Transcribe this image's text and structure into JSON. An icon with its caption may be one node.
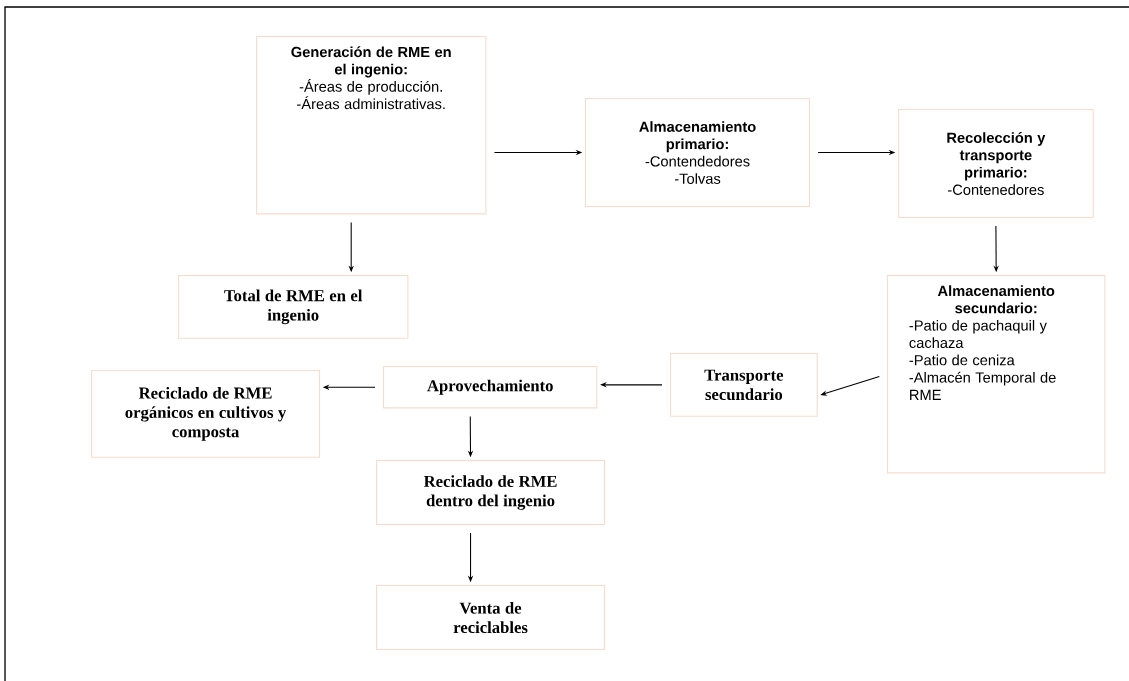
{
  "diagram": {
    "nodes": [
      {
        "text": [
          "Generación de RME en el ingenio:",
          "-Áreas de producción.",
          "-Áreas administrativas."
        ]
      },
      {
        "text": [
          "Almacenamiento primario:",
          "-Contendedores",
          "-Tolvas"
        ]
      },
      {
        "text": [
          "Recolección y transporte primario:",
          "-Contenedores"
        ]
      },
      {
        "text": [
          "Total de RME en el ingenio"
        ]
      },
      {
        "text": [
          "Almacenamiento secundario:",
          "-Patio de pachaquil y cachaza",
          "-Patio de ceniza",
          "-Almacén Temporal de RME"
        ]
      },
      {
        "text": [
          "Transporte secundario"
        ]
      },
      {
        "text": [
          "Aprovechamiento"
        ]
      },
      {
        "text": [
          "Reciclado de RME orgánicos en cultivos y composta"
        ]
      },
      {
        "text": [
          "Reciclado de RME dentro del ingenio"
        ]
      },
      {
        "text": [
          "Venta de reciclables"
        ]
      }
    ],
    "edges": [
      {
        "from": 0,
        "to": 1,
        "arrow": "to"
      },
      {
        "from": 1,
        "to": 2,
        "arrow": "to"
      },
      {
        "from": 0,
        "to": 3,
        "arrow": "to"
      },
      {
        "from": 2,
        "to": 4,
        "arrow": "to"
      },
      {
        "from": 4,
        "to": 5,
        "arrow": "to"
      },
      {
        "from": 5,
        "to": 6,
        "arrow": "to"
      },
      {
        "from": 6,
        "to": 7,
        "arrow": "to"
      },
      {
        "from": 6,
        "to": 8,
        "arrow": "to"
      },
      {
        "from": 8,
        "to": 9,
        "arrow": "to"
      }
    ]
  }
}
